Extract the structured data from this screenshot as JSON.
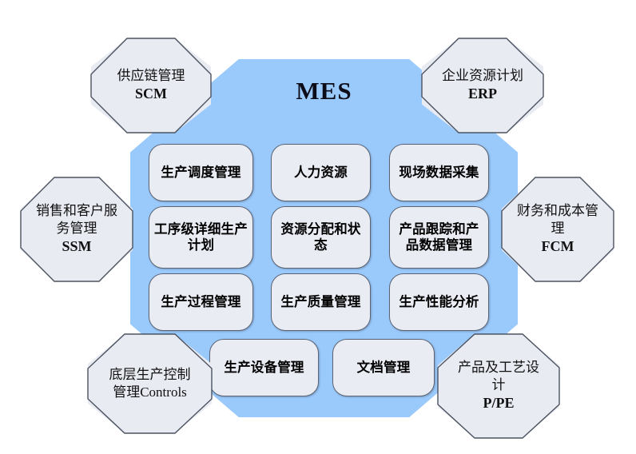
{
  "diagram": {
    "title": "MES",
    "core": {
      "label": "MES",
      "fill_color": "#9ac9fc",
      "shape": "octagon"
    },
    "module_fill_color": "#eaecf4",
    "module_border_color": "#5c6473",
    "satellite_fill_color": "#e9ebf3",
    "modules": [
      {
        "id": "production-scheduling-management",
        "label": "生产调度管理",
        "row": 1,
        "col": 1
      },
      {
        "id": "human-resources",
        "label": "人力资源",
        "row": 1,
        "col": 2
      },
      {
        "id": "shop-floor-data-collection",
        "label": "现场数据采集",
        "row": 1,
        "col": 3
      },
      {
        "id": "operation-level-detailed-production-plan",
        "label": "工序级详细生产计划",
        "row": 2,
        "col": 1
      },
      {
        "id": "resource-allocation-and-status",
        "label": "资源分配和状态",
        "row": 2,
        "col": 2
      },
      {
        "id": "product-tracking-and-product-data-management",
        "label": "产品跟踪和产品数据管理",
        "row": 2,
        "col": 3
      },
      {
        "id": "production-process-management",
        "label": "生产过程管理",
        "row": 3,
        "col": 1
      },
      {
        "id": "production-quality-management",
        "label": "生产质量管理",
        "row": 3,
        "col": 2
      },
      {
        "id": "production-performance-analysis",
        "label": "生产性能分析",
        "row": 3,
        "col": 3
      },
      {
        "id": "production-equipment-management",
        "label": "生产设备管理",
        "row": 4,
        "col": 1
      },
      {
        "id": "document-management",
        "label": "文档管理",
        "row": 4,
        "col": 2
      }
    ],
    "satellites": [
      {
        "id": "supply-chain-management",
        "position": "top-left",
        "line1": "供应链管理",
        "line2": "SCM"
      },
      {
        "id": "enterprise-resource-planning",
        "position": "top-right",
        "line1": "企业资源计划",
        "line2": "ERP"
      },
      {
        "id": "sales-and-customer-service-management",
        "position": "left",
        "line1": "销售和客户服",
        "line2": "务管理",
        "line3": "SSM"
      },
      {
        "id": "finance-and-cost-management",
        "position": "right",
        "line1": "财务和成本管",
        "line2": "理",
        "line3": "FCM"
      },
      {
        "id": "shop-floor-control-management",
        "position": "bottom-left",
        "line1": "底层生产控制",
        "line2": "管理Controls"
      },
      {
        "id": "product-and-process-engineering",
        "position": "bottom-right",
        "line1": "产品及工艺设",
        "line2": "计",
        "line3": "P/PE"
      }
    ]
  }
}
